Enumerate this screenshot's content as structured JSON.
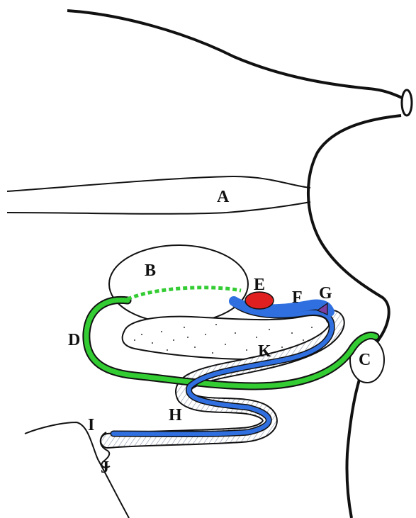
{
  "diagram": {
    "labels": {
      "a": "A",
      "b": "B",
      "c": "C",
      "d": "D",
      "e": "E",
      "f": "F",
      "g": "G",
      "h": "H",
      "i": "I",
      "j": "J",
      "k": "K"
    },
    "colors": {
      "outline": "#111111",
      "green_duct": "#33cc33",
      "blue_duct": "#2f6fe0",
      "red_gland": "#e02020",
      "purple_gland": "#7a3fa0",
      "hatch": "#9aa6b8"
    }
  }
}
